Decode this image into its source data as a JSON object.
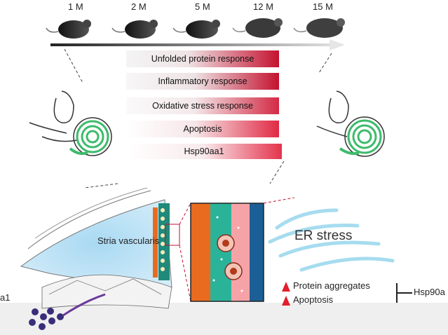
{
  "timeline": {
    "ages": [
      "1 M",
      "2 M",
      "5 M",
      "12 M",
      "15 M"
    ]
  },
  "responses": [
    {
      "label": "Unfolded protein response",
      "intensity": 0.9
    },
    {
      "label": "Inflammatory response",
      "intensity": 0.85
    },
    {
      "label": "Oxidative stress response",
      "intensity": 0.8
    },
    {
      "label": "Apoptosis",
      "intensity": 0.75
    },
    {
      "label": "Hsp90aa1",
      "intensity": 0.7
    }
  ],
  "labels": {
    "stria": "Stria vascularis",
    "er_stress": "ER stress",
    "protein_aggregates": "Protein aggregates",
    "apoptosis": "Apoptosis",
    "hsp_right": "Hsp90a",
    "left_cut": "a1"
  },
  "colors": {
    "bar_end": "#c4122f",
    "cochlea_green": "#3dbb6c",
    "duct_blue": "#bfe3f5",
    "up_arrow": "#e0202c"
  }
}
